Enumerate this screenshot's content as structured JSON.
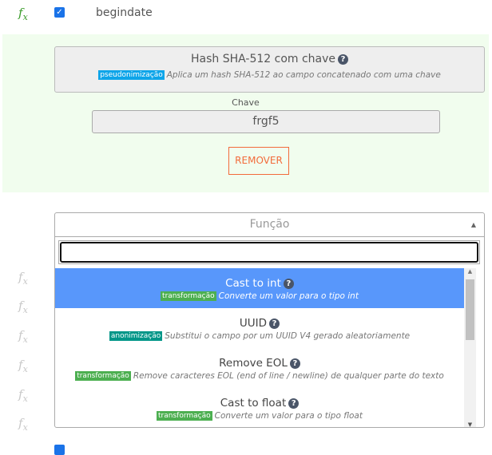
{
  "field": {
    "name": "begindate",
    "checked": true,
    "icon": "fx-icon"
  },
  "transform": {
    "title": "Hash SHA-512 com chave",
    "badge": "pseudonimização",
    "badge_color": "#0ea5e9",
    "description": "Aplica um hash SHA-512 ao campo concatenado com uma chave",
    "key_label": "Chave",
    "key_value": "frgf5",
    "remove_label": "REMOVER"
  },
  "select": {
    "placeholder": "Função",
    "search_value": "",
    "options": [
      {
        "title": "Cast to int",
        "badge": "transformação",
        "badge_color": "#4caf50",
        "description": "Converte um valor para o tipo int",
        "highlighted": true
      },
      {
        "title": "UUID",
        "badge": "anonimização",
        "badge_color": "#009688",
        "description": "Substitui o campo por um UUID V4 gerado aleatoriamente"
      },
      {
        "title": "Remove EOL",
        "badge": "transformação",
        "badge_color": "#4caf50",
        "description": "Remove caracteres EOL (end of line / newline) de qualquer parte do texto"
      },
      {
        "title": "Cast to float",
        "badge": "transformação",
        "badge_color": "#4caf50",
        "description": "Converte um valor para o tipo float"
      }
    ]
  },
  "colors": {
    "panel_bg": "#f1fdee",
    "highlight": "#5897fb",
    "remove": "#f26b3a"
  }
}
